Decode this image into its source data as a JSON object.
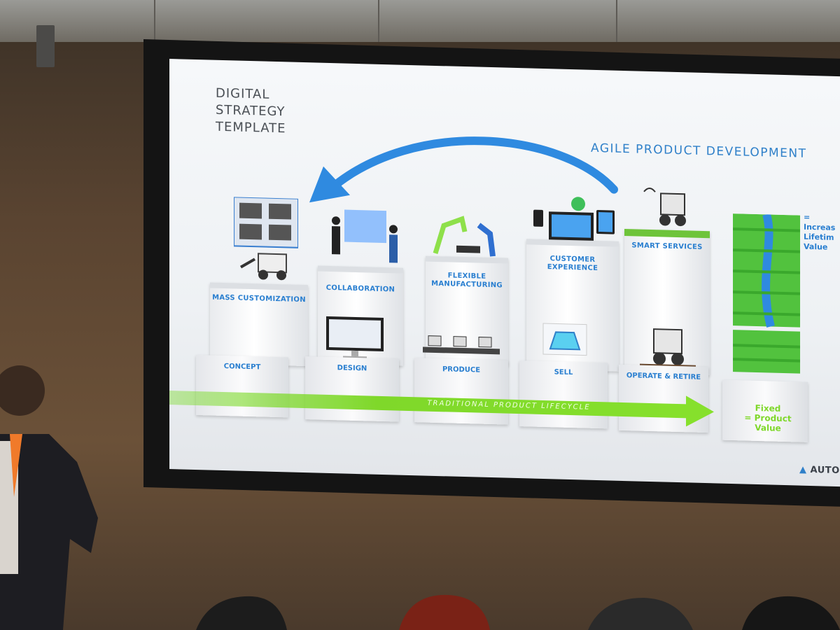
{
  "slide": {
    "title_lines": [
      "DIGITAL",
      "STRATEGY",
      "TEMPLATE"
    ],
    "loop_label": "AGILE PRODUCT DEVELOPMENT",
    "lifecycle_label": "TRADITIONAL PRODUCT LIFECYCLE",
    "stages": [
      {
        "base": "CONCEPT",
        "top": "MASS CUSTOMIZATION"
      },
      {
        "base": "DESIGN",
        "top": "COLLABORATION"
      },
      {
        "base": "PRODUCE",
        "top": "FLEXIBLE MANUFACTURING"
      },
      {
        "base": "SELL",
        "top": "CUSTOMER EXPERIENCE"
      },
      {
        "base": "OPERATE & RETIRE",
        "top": "SMART SERVICES"
      }
    ],
    "increased_value_lines": [
      "=",
      "Increas",
      "Lifetim",
      "Value"
    ],
    "fixed_value_lines": [
      "Fixed",
      "= Product",
      "Value"
    ],
    "brand": "AUTO"
  },
  "colors": {
    "accent_blue": "#2f80c9",
    "lifecycle_green": "#7fd82a",
    "money_green": "#4fbf3a"
  }
}
